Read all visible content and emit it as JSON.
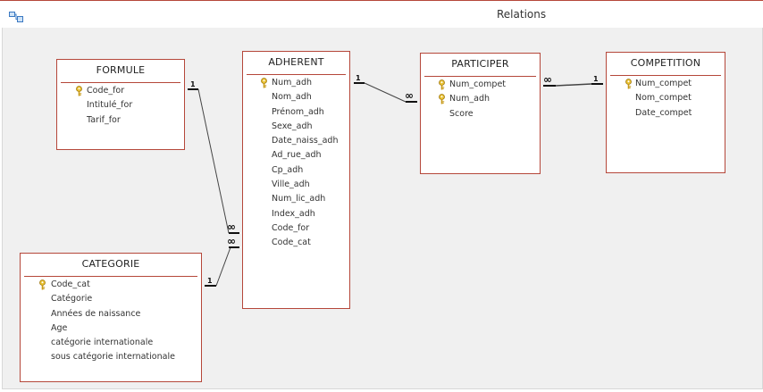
{
  "window": {
    "title": "Relations",
    "app_icon": "relationships-icon"
  },
  "tables": {
    "formule": {
      "name": "FORMULE",
      "fields": [
        {
          "label": "Code_for",
          "primary_key": true
        },
        {
          "label": "Intitulé_for",
          "primary_key": false
        },
        {
          "label": "Tarif_for",
          "primary_key": false
        }
      ]
    },
    "adherent": {
      "name": "ADHERENT",
      "fields": [
        {
          "label": "Num_adh",
          "primary_key": true
        },
        {
          "label": "Nom_adh",
          "primary_key": false
        },
        {
          "label": "Prénom_adh",
          "primary_key": false
        },
        {
          "label": "Sexe_adh",
          "primary_key": false
        },
        {
          "label": "Date_naiss_adh",
          "primary_key": false
        },
        {
          "label": "Ad_rue_adh",
          "primary_key": false
        },
        {
          "label": "Cp_adh",
          "primary_key": false
        },
        {
          "label": "Ville_adh",
          "primary_key": false
        },
        {
          "label": "Num_lic_adh",
          "primary_key": false
        },
        {
          "label": "Index_adh",
          "primary_key": false
        },
        {
          "label": "Code_for",
          "primary_key": false
        },
        {
          "label": "Code_cat",
          "primary_key": false
        }
      ]
    },
    "participer": {
      "name": "PARTICIPER",
      "fields": [
        {
          "label": "Num_compet",
          "primary_key": true
        },
        {
          "label": "Num_adh",
          "primary_key": true
        },
        {
          "label": "Score",
          "primary_key": false
        }
      ]
    },
    "competition": {
      "name": "COMPETITION",
      "fields": [
        {
          "label": "Num_compet",
          "primary_key": true
        },
        {
          "label": "Nom_compet",
          "primary_key": false
        },
        {
          "label": "Date_compet",
          "primary_key": false
        }
      ]
    },
    "categorie": {
      "name": "CATEGORIE",
      "fields": [
        {
          "label": "Code_cat",
          "primary_key": true
        },
        {
          "label": "Catégorie",
          "primary_key": false
        },
        {
          "label": "Années de naissance",
          "primary_key": false
        },
        {
          "label": "Age",
          "primary_key": false
        },
        {
          "label": "catégorie internationale",
          "primary_key": false
        },
        {
          "label": "sous catégorie internationale",
          "primary_key": false
        }
      ]
    }
  },
  "relationships": [
    {
      "one_side": "FORMULE",
      "many_side": "ADHERENT",
      "one_label": "1",
      "many_label": "∞"
    },
    {
      "one_side": "CATEGORIE",
      "many_side": "ADHERENT",
      "one_label": "1",
      "many_label": "∞"
    },
    {
      "one_side": "ADHERENT",
      "many_side": "PARTICIPER",
      "one_label": "1",
      "many_label": "∞"
    },
    {
      "one_side": "COMPETITION",
      "many_side": "PARTICIPER",
      "one_label": "1",
      "many_label": "∞"
    }
  ],
  "colors": {
    "table_border": "#b5473a",
    "canvas": "#f0f0f0",
    "key_icon": "#e0b020"
  }
}
